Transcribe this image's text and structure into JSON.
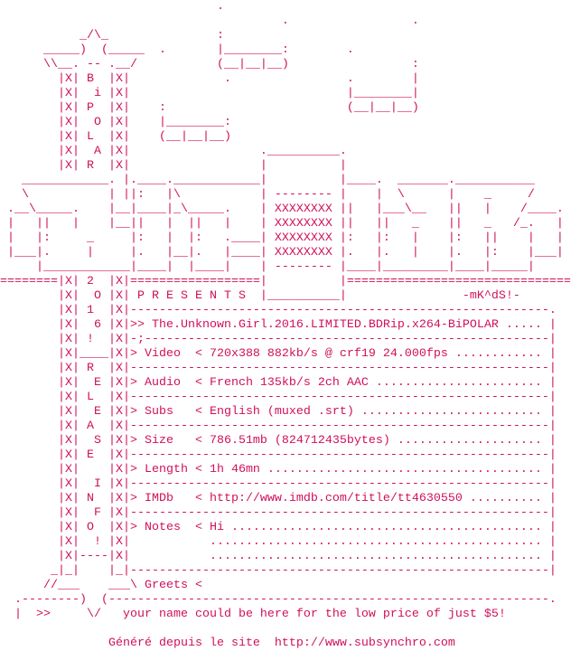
{
  "text_color": "#d0105a",
  "lines": [
    "                              .",
    "                                       .                 .",
    "           _/\\_               :",
    "      _____)  (_____  .       |________:        .",
    "      \\\\__. -- .__/           (__|__|__)                 :",
    "        |X| B  |X|             .                .        |",
    "        |X|  i |X|                              |________|",
    "        |X| P  |X|    :                         (__|__|__)",
    "        |X|  O |X|    |________:",
    "        |X| L  |X|    (__|__|__)",
    "        |X|  A |X|                  .__________.",
    "        |X| R  |X|                  |          |",
    "   ____________. |.____.____________|          |____.  _______.___________",
    "   \\           | ||:   |\\           | -------- |    |  \\      |    _     /",
    " .__\\_____.    |__|____|_\\_____.    | XXXXXXXX ||   |___\\__   ||   |    /____.",
    " |   ||   |    |__||   |  ||   |    | XXXXXXXX ||   ||   _    ||   _   /_.   |",
    " |   |:     _     |:   |  |:   .____| XXXXXXXX |:   |:   |    |:   ||    |   |",
    " |___|.     |     |.   |__|.   |____| XXXXXXXX |.   |.   |    |.   |:    |___|",
    "     |____________|____|  |____|    | -------- |____|_________|____|_____|",
    "========|X| 2  |X|==================|          |===============================",
    "        |X|  O |X| P R E S E N T S  |__________|                -mK^dS!-",
    "        |X| 1  |X|----------------------------------------------------------.",
    "        |X|  6 |X|>> The.Unknown.Girl.2016.LIMITED.BDRip.x264-BiPOLAR ..... |",
    "        |X| !  |X|-;--------------------------------------------------------|",
    "        |X|____|X|> Video  < 720x388 882kb/s @ crf19 24.000fps ............ |",
    "        |X| R  |X|----------------------------------------------------------|",
    "        |X|  E |X|> Audio  < French 135kb/s 2ch AAC ....................... |",
    "        |X| L  |X|----------------------------------------------------------|",
    "        |X|  E |X|> Subs   < English (muxed .srt) ......................... |",
    "        |X| A  |X|----------------------------------------------------------|",
    "        |X|  S |X|> Size   < 786.51mb (824712435bytes) .................... |",
    "        |X| E  |X|----------------------------------------------------------|",
    "        |X|    |X|> Length < 1h 46mn ...................................... |",
    "        |X|  I |X|----------------------------------------------------------|",
    "        |X| N  |X|> IMDb   < http://www.imdb.com/title/tt4630550 .......... |",
    "        |X|  F |X|----------------------------------------------------------|",
    "        |X| O  |X|> Notes  < Hi ........................................... |",
    "        |X|  ! |X|           .............................................. |",
    "        |X|----|X|           .............................................. |",
    "       _|_|    |_|----------------------------------------------------------|",
    "      //___    ___\\ Greets <",
    "  .--------)  (-------------------------------------------------------------.",
    "  |  >>     \\/   your name could be here for the low price of just $5!",
    "",
    "               Généré depuis le site  http://www.subsynchro.com"
  ]
}
